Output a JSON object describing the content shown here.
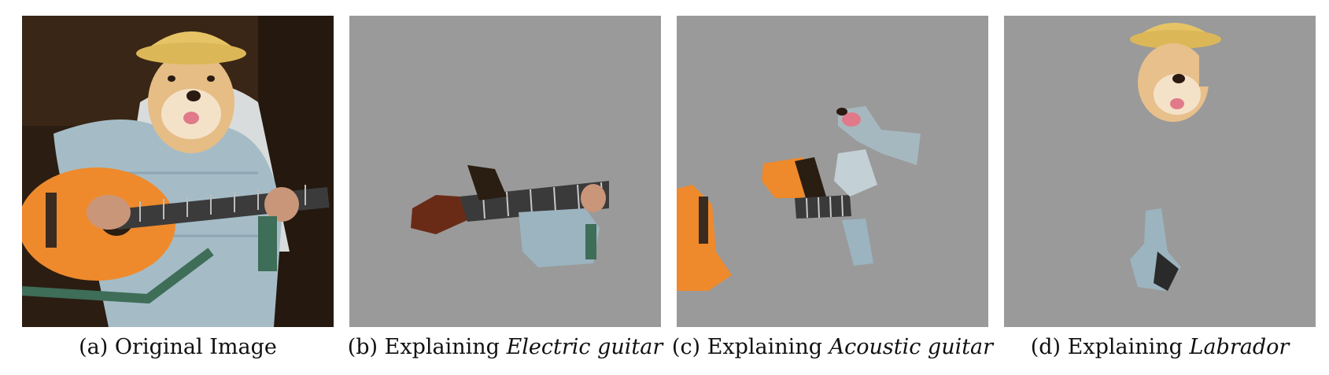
{
  "colors": {
    "masked_gray": "#9a9a9a",
    "background_dark": "#2a1c12",
    "guitar_orange": "#f08a2c",
    "fur": "#e9c48d",
    "hat": "#e8c766",
    "shirt": "#9fb6c2",
    "fretboard": "#3a3a3a"
  },
  "figure": {
    "panels": [
      {
        "label": "(a)",
        "caption_text": "Original Image",
        "caption_emph": "",
        "image_desc": "dog-playing-acoustic-guitar"
      },
      {
        "label": "(b)",
        "caption_text": "Explaining",
        "caption_emph": "Electric guitar",
        "image_desc": "masked-explanation-electric-guitar"
      },
      {
        "label": "(c)",
        "caption_text": "Explaining",
        "caption_emph": "Acoustic guitar",
        "image_desc": "masked-explanation-acoustic-guitar"
      },
      {
        "label": "(d)",
        "caption_text": "Explaining",
        "caption_emph": "Labrador",
        "image_desc": "masked-explanation-labrador"
      }
    ]
  }
}
